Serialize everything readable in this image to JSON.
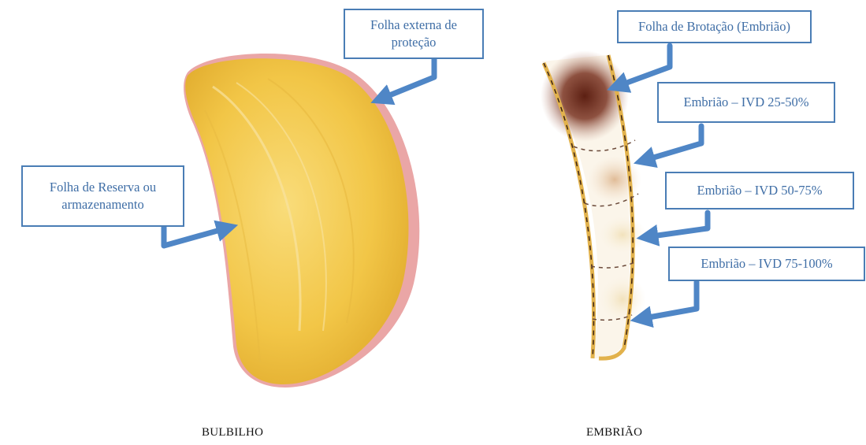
{
  "labels": {
    "protective_leaf": [
      "Folha externa de",
      "proteção"
    ],
    "reserve_leaf": [
      "Folha de Reserva ou",
      "armazenamento"
    ],
    "sprout_leaf": "Folha de Brotação (Embrião)",
    "ivd_25_50": "Embrião – IVD 25-50%",
    "ivd_50_75": "Embrião – IVD 50-75%",
    "ivd_75_100": "Embrião – IVD 75-100%"
  },
  "captions": {
    "left": "BULBILHO",
    "right": "EMBRIÃO"
  },
  "colors": {
    "callout_border": "#4a7db5",
    "callout_text": "#3f6ea6",
    "arrow": "#4f86c6",
    "bulb_fill": "#f3c94e",
    "bulb_skin": "#e9a3a3",
    "embryo_dark": "#6e2a1c",
    "embryo_wall": "#e2b24c"
  },
  "icons": {
    "arrow": "bent-arrow-icon"
  }
}
